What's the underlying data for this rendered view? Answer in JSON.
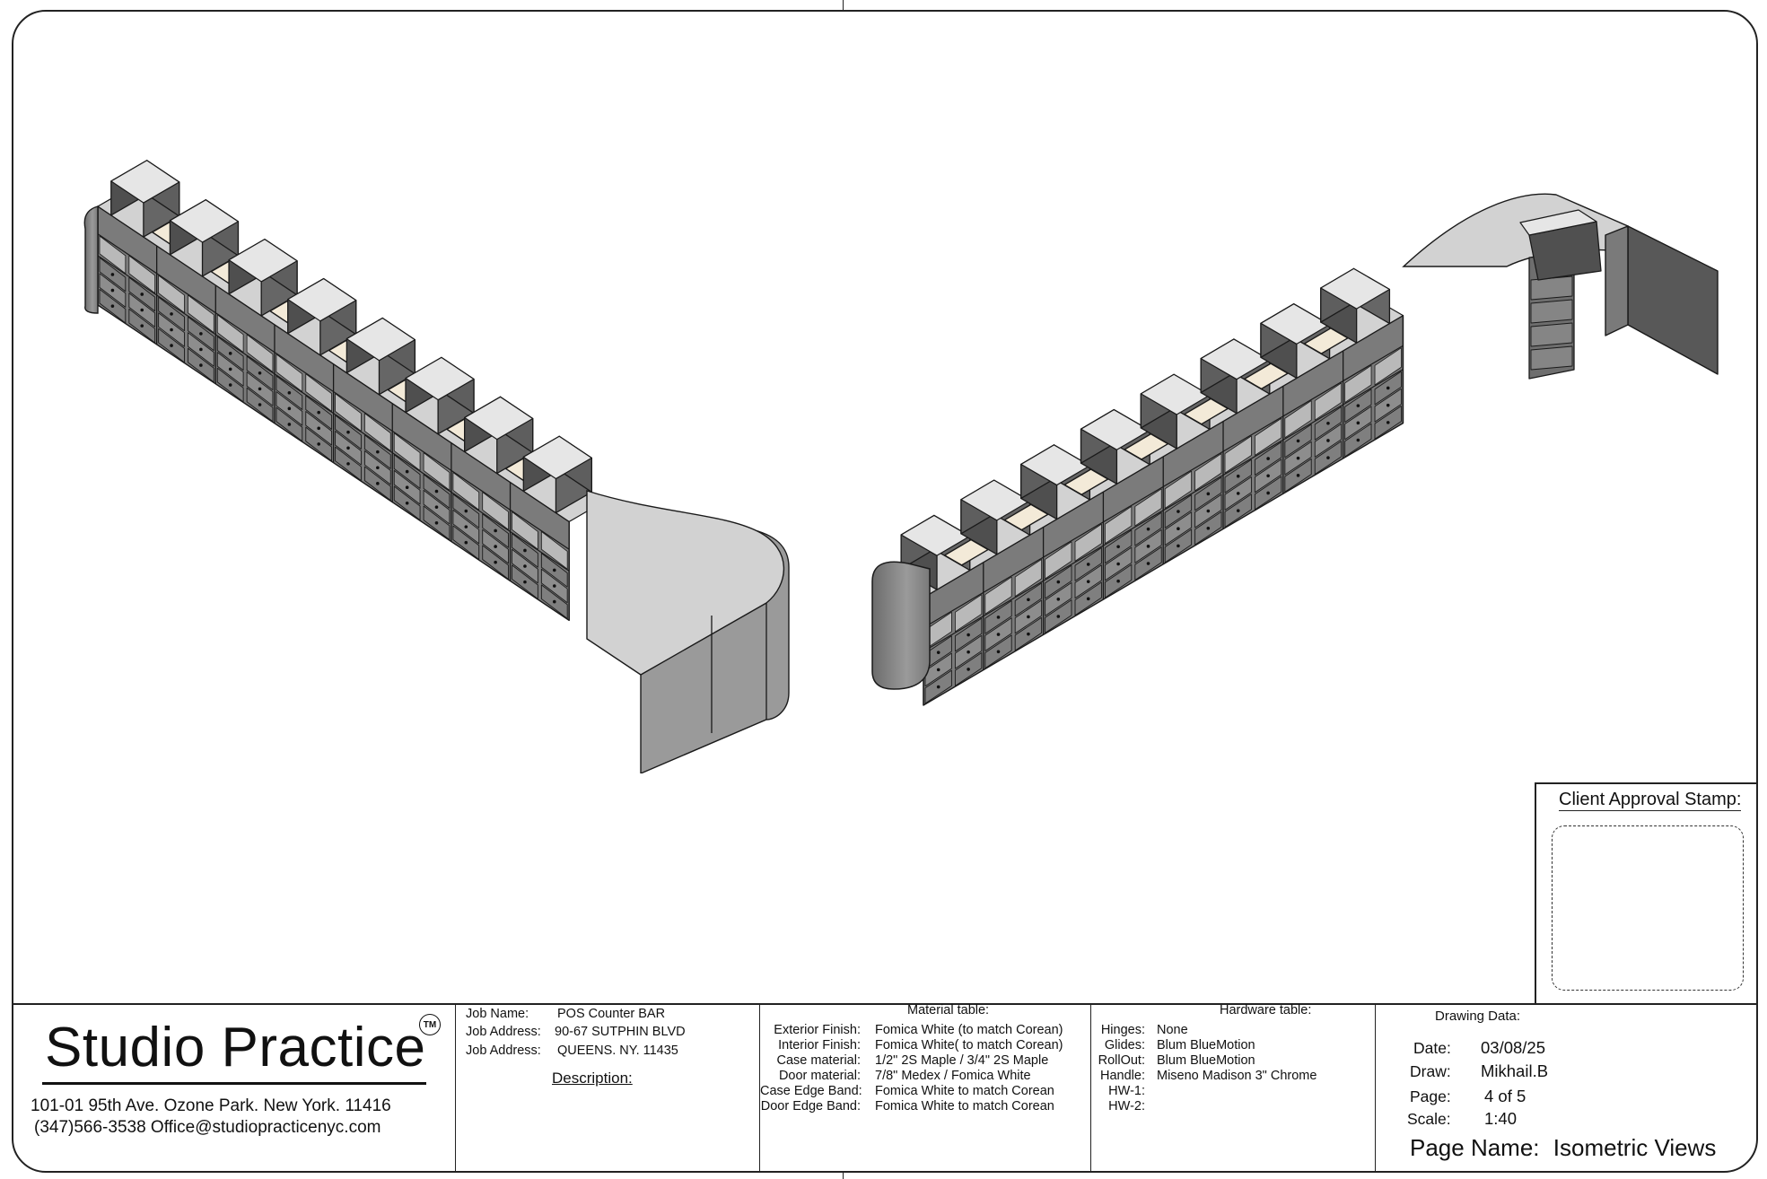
{
  "stamp": {
    "title": "Client Approval Stamp:"
  },
  "company": {
    "name": "Studio Practice",
    "trademark": "TM",
    "address": "101-01 95th Ave. Ozone Park. New York. 11416",
    "contact": "(347)566-3538 Office@studiopracticenyc.com"
  },
  "job": {
    "name_label": "Job Name:",
    "name": "POS Counter BAR",
    "address_label": "Job Address:",
    "address1": "90-67 SUTPHIN BLVD",
    "address2_label": "Job Address:",
    "address2": "QUEENS. NY. 11435",
    "description_label": "Description:"
  },
  "material_table": {
    "title": "Material table:",
    "rows": [
      {
        "label": "Exterior Finish:",
        "value": "Fomica White (to match Corean)"
      },
      {
        "label": "Interior Finish:",
        "value": "Fomica White( to match Corean)"
      },
      {
        "label": "Case material:",
        "value": "1/2\" 2S Maple / 3/4\" 2S Maple"
      },
      {
        "label": "Door material:",
        "value": "7/8\" Medex / Fomica White"
      },
      {
        "label": "Case Edge Band:",
        "value": "Fomica White to match Corean"
      },
      {
        "label": "Door Edge Band:",
        "value": "Fomica White to match Corean"
      }
    ]
  },
  "hardware_table": {
    "title": "Hardware table:",
    "rows": [
      {
        "label": "Hinges:",
        "value": "None"
      },
      {
        "label": "Glides:",
        "value": "Blum BlueMotion"
      },
      {
        "label": "RollOut:",
        "value": "Blum BlueMotion"
      },
      {
        "label": "Handle:",
        "value": "Miseno Madison 3\" Chrome"
      },
      {
        "label": "HW-1:",
        "value": ""
      },
      {
        "label": "HW-2:",
        "value": ""
      }
    ]
  },
  "drawing_data": {
    "title": "Drawing Data:",
    "date_label": "Date:",
    "date": "03/08/25",
    "draw_label": "Draw:",
    "draw": "Mikhail.B",
    "page_label": "Page:",
    "page": "4 of 5",
    "scale_label": "Scale:",
    "scale": "1:40",
    "page_name_label": "Page Name:",
    "page_name": "Isometric Views"
  },
  "colors": {
    "line": "#1a1a1a",
    "dark_panel": "#5e5e5e",
    "mid_panel": "#8c8c8c",
    "light_top": "#d2d2d2",
    "glass": "#e6e6e6",
    "sink": "#f3ead8"
  }
}
